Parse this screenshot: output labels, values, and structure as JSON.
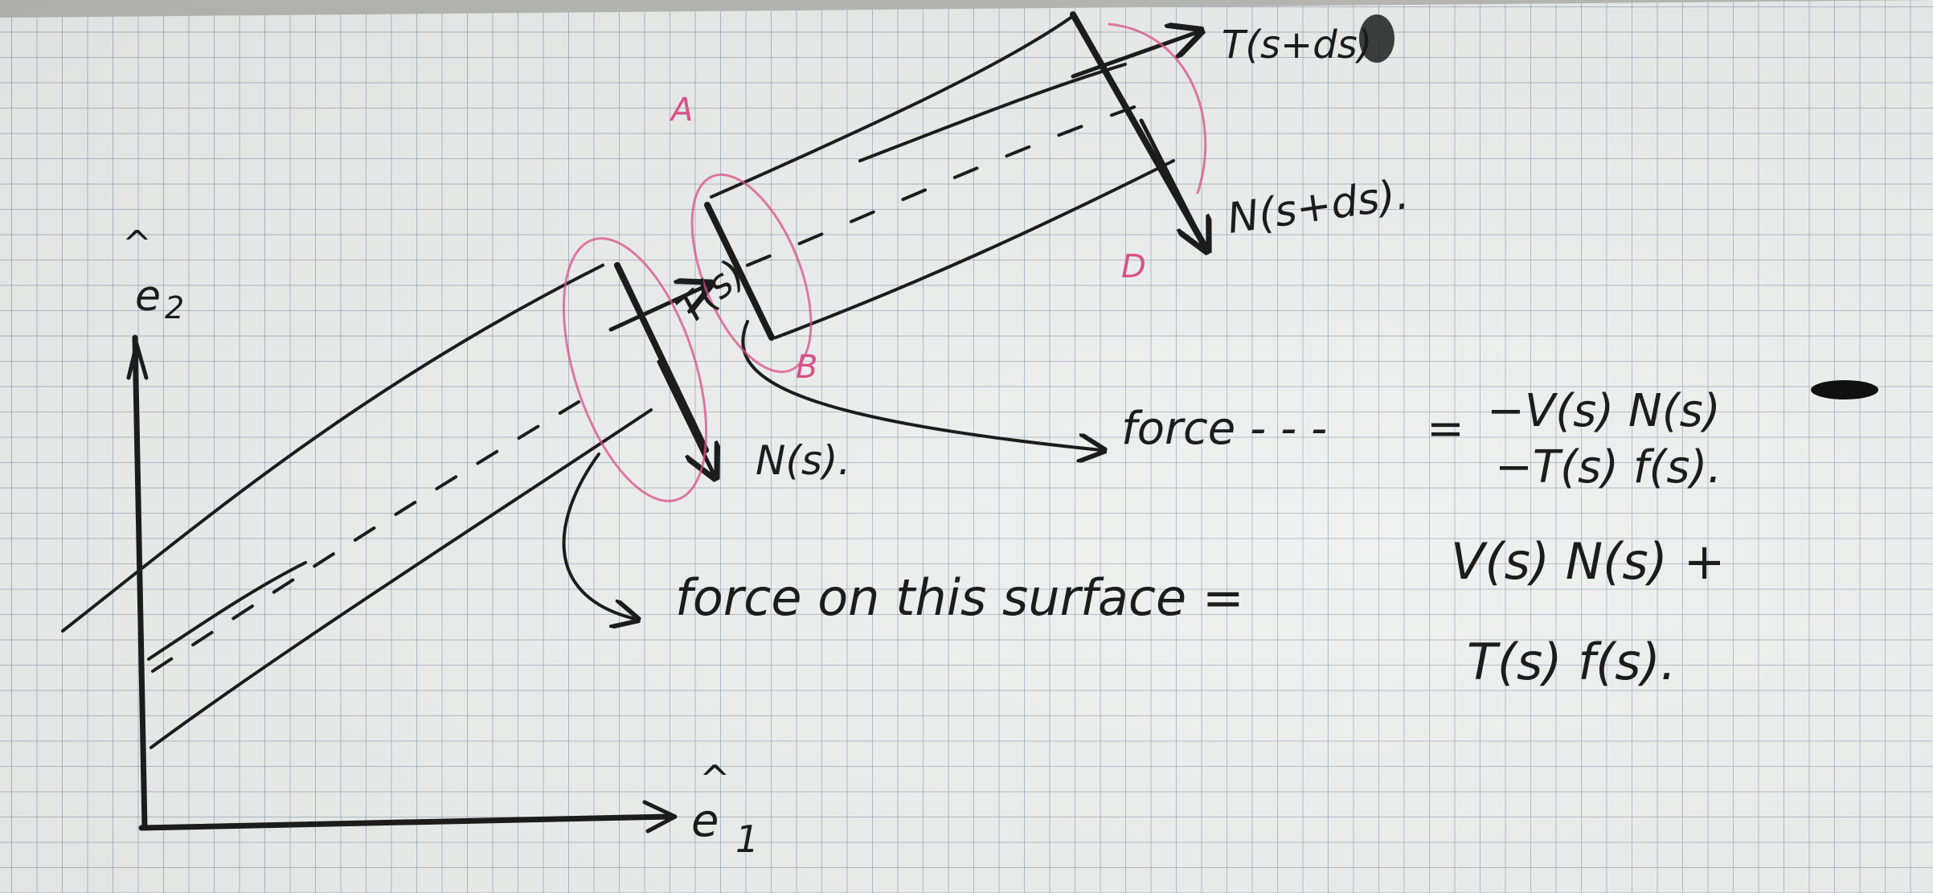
{
  "axes": {
    "e1_label": "e",
    "e1_subscript": "1",
    "e2_label": "e",
    "e2_subscript": "2",
    "hat": "^"
  },
  "vectors": {
    "T_s": "T(s)",
    "N_s": "N(s).",
    "T_s_ds": "T(s+ds)",
    "N_s_ds": "N(s+ds)."
  },
  "pink_labels": {
    "A": "A",
    "B": "B",
    "D": "D"
  },
  "annotations": {
    "force_left_prefix": "force - - -",
    "force_left_eq": "=",
    "force_left_line1": "−V(s) N(s)",
    "force_left_line2": "−T(s) f(s).",
    "force_right_text": "force on this surface =",
    "force_right_line1": "V(s) N(s) +",
    "force_right_line2": "T(s) f(s)."
  }
}
